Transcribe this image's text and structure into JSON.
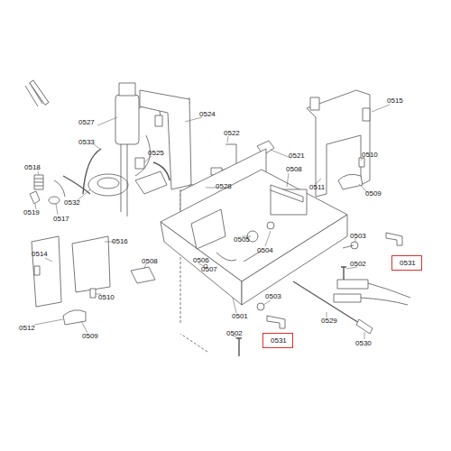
{
  "diagram": {
    "nodes": [
      {
        "text": [
          "0531"
        ]
      },
      {
        "text": [
          "0531"
        ]
      }
    ],
    "labels": [
      "0515",
      "0527",
      "0524",
      "0533",
      "0525",
      "0521",
      "0522",
      "0518",
      "0508",
      "0510",
      "0511",
      "0509",
      "0528",
      "0532",
      "0519",
      "0517",
      "0516",
      "0514",
      "0505",
      "0504",
      "0503",
      "0506",
      "0507",
      "0508",
      "0502",
      "0510",
      "0503",
      "0512",
      "0509",
      "0501",
      "0502",
      "0529",
      "0530"
    ]
  }
}
